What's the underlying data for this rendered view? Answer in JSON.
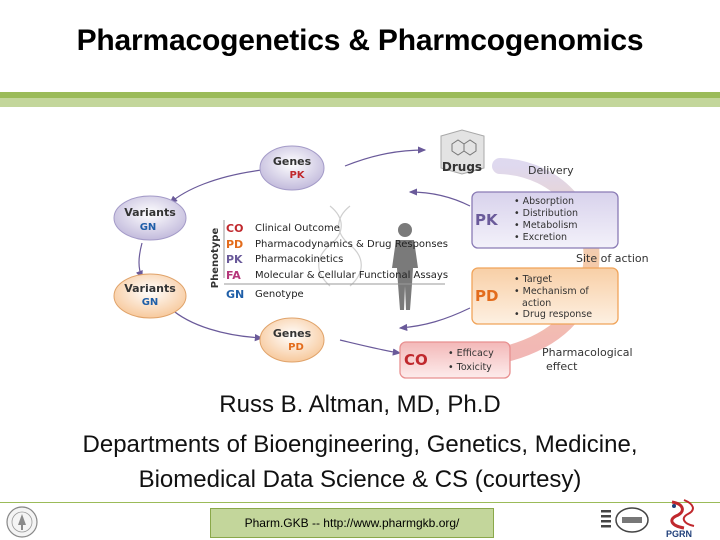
{
  "slide": {
    "title": "Pharmacogenetics & Pharmcogenomics",
    "author": "Russ B. Altman, MD, Ph.D",
    "departments_line1": "Departments of Bioengineering, Genetics, Medicine,",
    "departments_line2": "Biomedical Data Science & CS (courtesy)",
    "footer_link": "Pharm.GKB -- http://www.pharmgkb.org/",
    "footer_logo_text": "PGRN"
  },
  "diagram": {
    "genes_top": {
      "label": "Genes",
      "tag": "PK"
    },
    "genes_bottom": {
      "label": "Genes",
      "tag": "PD"
    },
    "variants_top": {
      "label": "Variants",
      "tag": "GN"
    },
    "variants_bottom": {
      "label": "Variants",
      "tag": "GN"
    },
    "drugs": {
      "label": "Drugs"
    },
    "delivery": "Delivery",
    "site_of_action": "Site of action",
    "pharmacological_effect_1": "Pharmacological",
    "pharmacological_effect_2": "effect",
    "phenotype_label": "Phenotype",
    "legend": [
      {
        "code": "CO",
        "text": "Clinical Outcome"
      },
      {
        "code": "PD",
        "text": "Pharmacodynamics & Drug Responses"
      },
      {
        "code": "PK",
        "text": "Pharmacokinetics"
      },
      {
        "code": "FA",
        "text": "Molecular & Cellular Functional Assays"
      },
      {
        "code": "GN",
        "text": "Genotype"
      }
    ],
    "pk_box": {
      "code": "PK",
      "items": [
        "Absorption",
        "Distribution",
        "Metabolism",
        "Excretion"
      ]
    },
    "pd_box": {
      "code": "PD",
      "items": [
        "Target",
        "Mechanism of",
        "action",
        "Drug response"
      ]
    },
    "co_box": {
      "code": "CO",
      "items": [
        "Efficacy",
        "Toxicity"
      ]
    }
  },
  "colors": {
    "band_dark": "#9bbb59",
    "band_light": "#c3d69b",
    "code_red": "#c0282d",
    "code_orange": "#e36c1c",
    "code_pink": "#b5367a",
    "code_blue": "#1f5fa8",
    "box_purple": "#8a7bb5",
    "box_orange": "#f0a45a",
    "box_red": "#e89090",
    "arrow_purple": "#6a5a9a"
  }
}
